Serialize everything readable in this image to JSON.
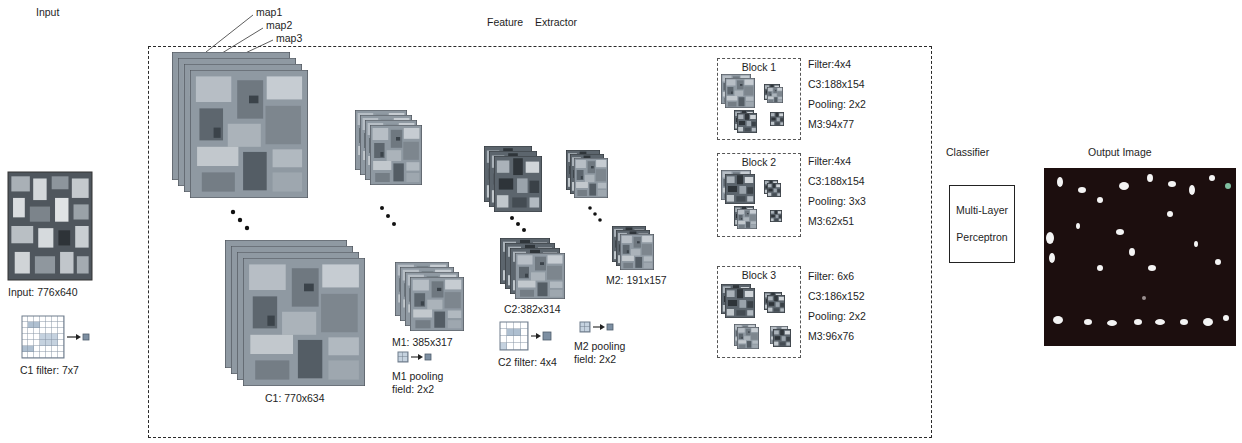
{
  "diagram": {
    "nodes": [
      {
        "text": [
          "Feature Extractor"
        ]
      },
      {
        "text": [
          "Block 1"
        ],
        "in": 0
      },
      {
        "text": [
          "Block 2"
        ],
        "in": 0
      },
      {
        "text": [
          "Block 3"
        ],
        "in": 0
      },
      {
        "text": [
          "Multi-Layer Perceptron"
        ]
      }
    ],
    "labels": [
      "Input",
      "map1",
      "map2",
      "map3",
      "Input: 776x640",
      "C1 filter: 7x7",
      "C1: 770x634",
      "M1: 385x317",
      "M1 pooling field: 2x2",
      "C2:382x314",
      "C2 filter: 4x4",
      "M2: 191x157",
      "M2 pooling field: 2x2",
      "Filter:4x4",
      "C3:188x154",
      "Pooling: 2x2",
      "M3:94x77",
      "Filter:4x4",
      "C3:188x154",
      "Pooling: 3x3",
      "M3:62x51",
      "Filter: 6x6",
      "C3:186x152",
      "Pooling: 2x2",
      "M3:96x76",
      "Classifier",
      "Output Image"
    ]
  }
}
